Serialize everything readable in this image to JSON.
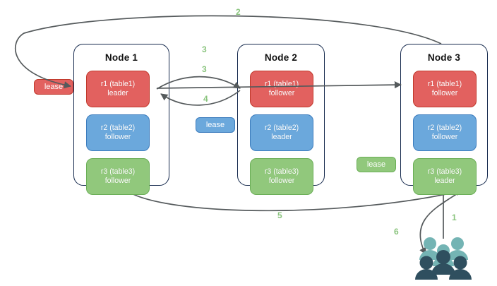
{
  "diagram": {
    "title": "Raft multi-replica lease diagram",
    "colors": {
      "replica_red": "#e2615f",
      "replica_red_border": "#c0392b",
      "replica_blue": "#6ba8dc",
      "replica_blue_border": "#3c7cbd",
      "replica_green": "#91c87c",
      "replica_green_border": "#6aae56",
      "node_border": "#15294d",
      "arrow": "#555a5c",
      "step_label": "#8ac47e",
      "people_back": "#74b4b4",
      "people_front": "#2f4f5f",
      "background": "#ffffff"
    },
    "nodes": [
      {
        "id": "node-1",
        "title": "Node 1",
        "replicas": [
          {
            "id": "r1",
            "name": "r1 (table1)",
            "role": "leader",
            "color": "red"
          },
          {
            "id": "r2",
            "name": "r2 (table2)",
            "role": "follower",
            "color": "blue"
          },
          {
            "id": "r3",
            "name": "r3 (table3)",
            "role": "follower",
            "color": "green"
          }
        ]
      },
      {
        "id": "node-2",
        "title": "Node 2",
        "replicas": [
          {
            "id": "r1",
            "name": "r1 (table1)",
            "role": "follower",
            "color": "red"
          },
          {
            "id": "r2",
            "name": "r2 (table2)",
            "role": "leader",
            "color": "blue"
          },
          {
            "id": "r3",
            "name": "r3 (table3)",
            "role": "follower",
            "color": "green"
          }
        ]
      },
      {
        "id": "node-3",
        "title": "Node 3",
        "replicas": [
          {
            "id": "r1",
            "name": "r1 (table1)",
            "role": "follower",
            "color": "red"
          },
          {
            "id": "r2",
            "name": "r2 (table2)",
            "role": "follower",
            "color": "blue"
          },
          {
            "id": "r3",
            "name": "r3 (table3)",
            "role": "leader",
            "color": "green"
          }
        ]
      }
    ],
    "leases": [
      {
        "id": "lease-red",
        "label": "lease",
        "color": "red"
      },
      {
        "id": "lease-blue",
        "label": "lease",
        "color": "blue"
      },
      {
        "id": "lease-green",
        "label": "lease",
        "color": "green"
      }
    ],
    "steps": [
      {
        "id": "step-1",
        "label": "1"
      },
      {
        "id": "step-2",
        "label": "2"
      },
      {
        "id": "step-3a",
        "label": "3"
      },
      {
        "id": "step-3b",
        "label": "3"
      },
      {
        "id": "step-4",
        "label": "4"
      },
      {
        "id": "step-5",
        "label": "5"
      },
      {
        "id": "step-6",
        "label": "6"
      }
    ],
    "actors": {
      "users_icon": "users-icon",
      "users_count": 5
    }
  }
}
